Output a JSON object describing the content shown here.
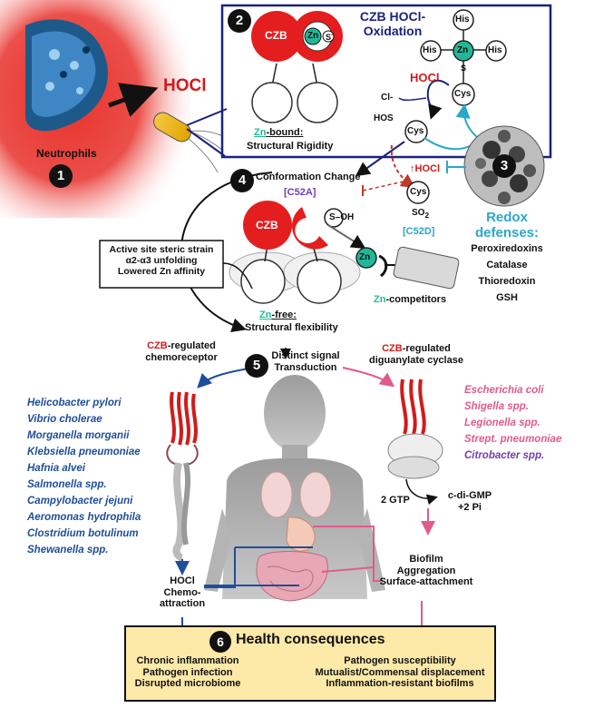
{
  "neutrophils": {
    "label": "Neutrophils",
    "num": "1",
    "hocl": "HOCl"
  },
  "panel2": {
    "num": "2",
    "title_line1": "CZB HOCl-",
    "title_line2": "Oxidation",
    "czb": "CZB",
    "zn": "Zn",
    "s_minus": "S",
    "zn_bound": "Zn",
    "zn_bound_rest": "-bound:",
    "structural_rigidity": "Structural Rigidity",
    "his": "His",
    "hocl": "HOCl",
    "cl": "Cl-",
    "cys": "Cys",
    "hos": "HOS",
    "s": "S"
  },
  "panel3": {
    "num": "3",
    "up_hocl": "↑HOCl",
    "redox_title1": "Redox",
    "redox_title2": "defenses:",
    "redox_items": [
      "Peroxiredoxins",
      "Catalase",
      "Thioredoxin",
      "GSH"
    ]
  },
  "panel4": {
    "num": "4",
    "conformation": "Conformation Change",
    "c52a": "[C52A]",
    "cys": "Cys",
    "so2": "SO",
    "so2_sub": "2",
    "c52d": "[C52D]",
    "czb": "CZB",
    "s_oh": "S",
    "oh": "–OH",
    "zn": "Zn",
    "zn_comp_prefix": "Zn",
    "zn_comp_rest": "-competitors",
    "strain_lines": [
      "Active site steric strain",
      "α2-α3 unfolding",
      "Lowered Zn affinity"
    ],
    "zn_free": "Zn",
    "zn_free_rest": "-free:",
    "structural_flexibility": "Structural flexibility"
  },
  "panel5": {
    "num": "5",
    "distinct1": "Distinct signal",
    "distinct2": "Transduction",
    "chemo_czb": "CZB",
    "chemo_rest": "-regulated",
    "chemo_line2": "chemoreceptor",
    "dgc_czb": "CZB",
    "dgc_rest": "-regulated",
    "dgc_line2": "diguanylate cyclase",
    "chemo_species": [
      "Helicobacter pylori",
      "Vibrio cholerae",
      "Morganella morganii",
      "Klebsiella pneumoniae",
      "Hafnia alvei",
      "Salmonella spp.",
      "Campylobacter jejuni",
      "Aeromonas hydrophila",
      "Clostridium botulinum",
      "Shewanella spp."
    ],
    "dgc_species": [
      "Escherichia coli",
      "Shigella spp.",
      "Legionella spp.",
      "Strept. pneumoniae",
      "Citrobacter spp."
    ],
    "gtp": "2 GTP",
    "cdg1": "c-di-GMP",
    "cdg2": "+2 Pi",
    "hocl_chemo": [
      "HOCl",
      "Chemo-",
      "attraction"
    ],
    "biofilm": [
      "Biofilm",
      "Aggregation",
      "Surface-attachment"
    ]
  },
  "panel6": {
    "num": "6",
    "title": "Health consequences",
    "left": [
      "Chronic inflammation",
      "Pathogen infection",
      "Disrupted microbiome"
    ],
    "right": [
      "Pathogen susceptibility",
      "Mutualist/Commensal displacement",
      "Inflammation-resistant biofilms"
    ]
  },
  "colors": {
    "navy": "#1a237e",
    "red": "#e41e1e",
    "teal": "#21b89a",
    "blue": "#1f4e9a",
    "pink": "#e15b8a",
    "cyan": "#29a8c9",
    "yellow": "#fde9a8"
  }
}
